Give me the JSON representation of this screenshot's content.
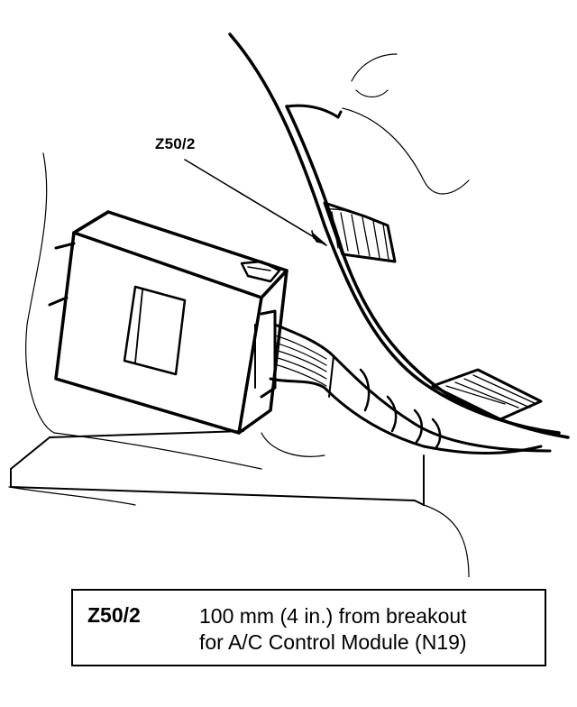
{
  "callout": {
    "label": "Z50/2"
  },
  "legend": {
    "code": "Z50/2",
    "line1": "100 mm (4 in.) from breakout",
    "line2": "for A/C Control Module (N19)"
  },
  "icons": {
    "module": "control-module-box",
    "harness": "wiring-harness",
    "connector": "splice-connector"
  }
}
